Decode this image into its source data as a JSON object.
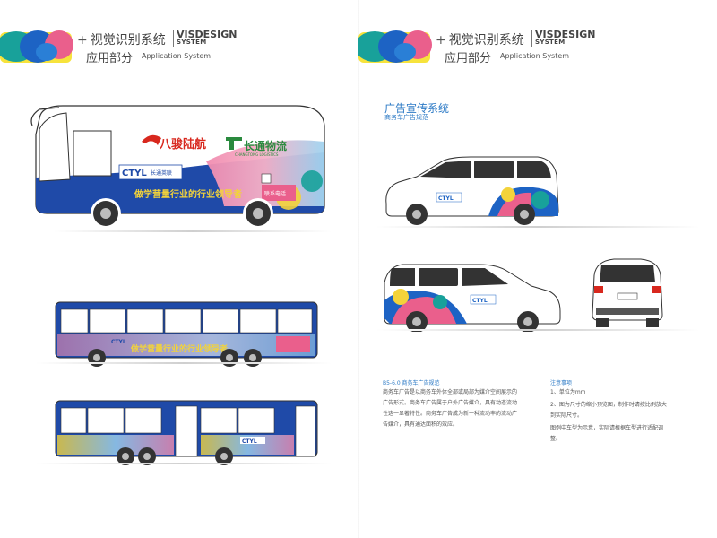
{
  "header": {
    "plus": "+",
    "title_cn": "视觉识别系统",
    "vis_line1": "VISDESIGN",
    "vis_line2": "SYSTEM",
    "subtitle_cn": "应用部分",
    "subtitle_en": "Application System"
  },
  "bus_coach": {
    "brand1": "八骏陆航",
    "brand2": "长通物流",
    "brand2_en": "CHANGTONG LOGISTICS",
    "logo": "CTYL",
    "logo_cn": "长通英联",
    "slogan": "做学营量行业的行业领导者",
    "phone_label": "联系电话"
  },
  "right_page": {
    "section_title": "广告宣传系统",
    "section_subtitle": "商务车广告规范",
    "notes_left": {
      "heading": "B5-6.0 商务车广告规范",
      "body": "商务车广告是以商务车外体全部或局部为媒介空间展示的广告形式。商务车广告属于户外广告媒介，具有动态流动性这一显著特性。商务车广告成为新一种流动率的流动广告媒介，具有通达面积的效应。"
    },
    "notes_right": {
      "heading": "注意事项",
      "item1": "1、单位为mm",
      "item2": "2、图为尺寸的缩小预览图，制作时请按比例放大到实际尺寸。",
      "item3": "图例中车型为示意，实际请根据车型进行适配调整。"
    }
  },
  "colors": {
    "brand_blue": "#1f4aa8",
    "accent_red": "#d8281e",
    "logo_green": "#2a8a3e",
    "pink": "#ea5f8c",
    "yellow": "#f3d33a",
    "title_blue": "#2e7bc6"
  }
}
